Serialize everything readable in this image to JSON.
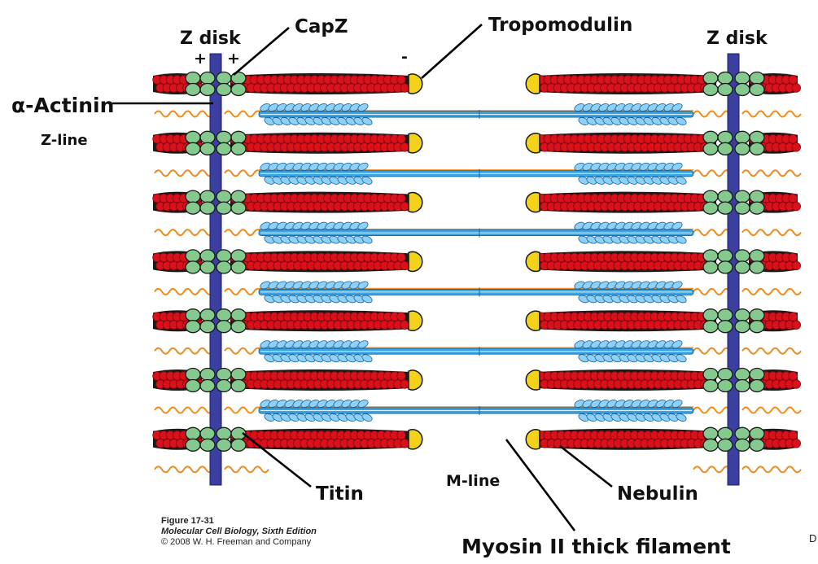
{
  "labels": {
    "z_disk_left": "Z disk",
    "z_disk_right": "Z disk",
    "capz": "CapZ",
    "tropomodulin": "Tropomodulin",
    "plus_1": "+",
    "plus_2": "+",
    "minus": "-",
    "alpha_actinin": "α-Actinin",
    "z_line": "Z-line",
    "titin": "Titin",
    "m_line": "M-line",
    "nebulin": "Nebulin",
    "myosin": "Myosin II thick filament",
    "corner_mark": "D"
  },
  "caption": {
    "figure": "Figure 17-31",
    "book": "Molecular Cell Biology, Sixth Edition",
    "copyright": "© 2008 W. H. Freeman and Company"
  },
  "colors": {
    "z_disk": "#3a3fa0",
    "actin_bead": "#d8111b",
    "actin_bead_dark": "#8e0610",
    "alpha_actinin_bead": "#86c98f",
    "tropomodulin": "#f4d21a",
    "myosin_rod": "#3aa6e6",
    "myosin_head": "#8fd0f4",
    "titin": "#f08a1c"
  },
  "structure": {
    "thin_filament_rows": 7,
    "thick_filament_rows": 6
  }
}
